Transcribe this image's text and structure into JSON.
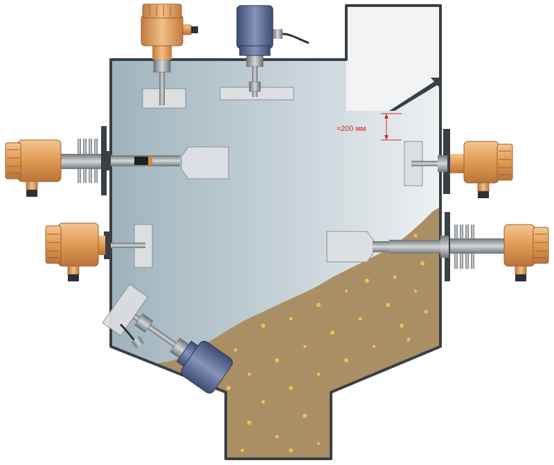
{
  "diagram": {
    "dimension_label": "≈200 мм"
  },
  "colors": {
    "vessel_outline": "#3a3f44",
    "vessel_fill_light": "#e6ebed",
    "vessel_fill_dark": "#9fb3bc",
    "material": "#a98f63",
    "material_dots": "#e6c45a",
    "sensor_orange": "#e2a25c",
    "sensor_blue": "#5e6f96",
    "paddle": "#dcdfe1",
    "dimension": "#d7282f"
  },
  "sensors": [
    {
      "id": "top-left",
      "type": "rotary paddle",
      "housing": "orange"
    },
    {
      "id": "top-center",
      "type": "rotary paddle",
      "housing": "blue"
    },
    {
      "id": "left-upper",
      "type": "rotary paddle with extension",
      "housing": "orange"
    },
    {
      "id": "left-lower",
      "type": "rotary paddle",
      "housing": "orange"
    },
    {
      "id": "right-upper",
      "type": "rotary paddle",
      "housing": "orange"
    },
    {
      "id": "right-lower",
      "type": "rotary paddle with extension",
      "housing": "orange"
    },
    {
      "id": "cone-angled",
      "type": "rotary paddle",
      "housing": "blue"
    }
  ]
}
